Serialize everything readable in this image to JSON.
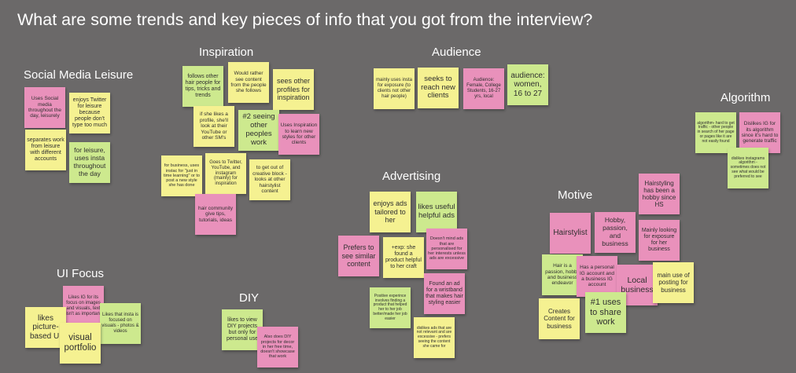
{
  "board": {
    "title": "What are some trends and key pieces of info that you got from the interview?"
  },
  "palette": {
    "board_background": "#6b6969",
    "heading_text": "#ffffff",
    "note_text": "#2f2f2f",
    "pink": "#e991bb",
    "yellow": "#f5f191",
    "green": "#cde98e"
  },
  "groups": {
    "social_media_leisure": {
      "title": "Social Media Leisure",
      "notes": [
        {
          "text": "Uses Social media throughout the day, leisurely",
          "color": "pink"
        },
        {
          "text": "enjoys Twitter for leisure because people don't type too much",
          "color": "yellow"
        },
        {
          "text": "separates work from leisure with different accounts",
          "color": "yellow"
        },
        {
          "text": "for leisure, uses insta throughout the day",
          "color": "green"
        }
      ]
    },
    "inspiration": {
      "title": "Inspiration",
      "notes": [
        {
          "text": "follows other hair people for tips, tricks and trends",
          "color": "green"
        },
        {
          "text": "Would rather see content from the people she follows",
          "color": "yellow"
        },
        {
          "text": "sees other profiles for inspiration",
          "color": "yellow"
        },
        {
          "text": "if she likes a profile, she'll look at their YouTube or other SM's",
          "color": "yellow"
        },
        {
          "text": "#2 seeing other peoples work",
          "color": "green"
        },
        {
          "text": "Uses Inspiration to learn new styles for other clients",
          "color": "pink"
        },
        {
          "text": "for business, uses instac for \"just in time learning\" or to post a new style she has done",
          "color": "yellow"
        },
        {
          "text": "Goes to Twitter, YouTube, and instagram (mainly) for inspiration",
          "color": "yellow"
        },
        {
          "text": "to get out of creative block - looks at other hairstylist content",
          "color": "yellow"
        },
        {
          "text": "hair community give tips, tutorials, ideas",
          "color": "pink"
        }
      ]
    },
    "audience": {
      "title": "Audience",
      "notes": [
        {
          "text": "mainly uses insta for exposure (to clients not other hair people)",
          "color": "yellow"
        },
        {
          "text": "seeks to reach new clients",
          "color": "yellow"
        },
        {
          "text": "Audience: Female, College Students, 16-27 yrs, local",
          "color": "pink"
        },
        {
          "text": "audience: women, 16 to 27",
          "color": "green"
        }
      ]
    },
    "algorithm": {
      "title": "Algorithm",
      "notes": [
        {
          "text": "algorithm- hard to get traffic - other people in search of her page or pages like it are not easily found",
          "color": "green"
        },
        {
          "text": "Dislikes IG for its algorithm since it's hard to generate traffic",
          "color": "pink"
        },
        {
          "text": "dislikes instagrams algorithm - sometimes does not see what would be preferred to see",
          "color": "green"
        }
      ]
    },
    "advertising": {
      "title": "Advertising",
      "notes": [
        {
          "text": "enjoys ads tailored to her",
          "color": "yellow"
        },
        {
          "text": "likes useful helpful ads",
          "color": "green"
        },
        {
          "text": "Prefers to see similar content",
          "color": "pink"
        },
        {
          "text": "+exp: she found a product helpful to her craft",
          "color": "yellow"
        },
        {
          "text": "Doesn't mind ads that are personalised for her interests unless ads are excessive",
          "color": "pink"
        },
        {
          "text": "Found an ad for a wristband that makes hair styling easier",
          "color": "pink"
        },
        {
          "text": "Positive experince involves finding a product that helped her to her job better/made her job easier",
          "color": "green"
        },
        {
          "text": "dislikes ads that are not relevant and are excessive - prefers seeing the content she came for",
          "color": "yellow"
        }
      ]
    },
    "motive": {
      "title": "Motive",
      "notes": [
        {
          "text": "Hairstyling has been a hobby since HS",
          "color": "pink"
        },
        {
          "text": "Hairstylist",
          "color": "pink"
        },
        {
          "text": "Hobby, passion, and business",
          "color": "pink"
        },
        {
          "text": "Mainly looking for exposure for her business",
          "color": "pink"
        },
        {
          "text": "Hair is a passion, hobby and business endeavor",
          "color": "green"
        },
        {
          "text": "Has a personal IG account and a business IG account",
          "color": "pink"
        },
        {
          "text": "Local business",
          "color": "pink"
        },
        {
          "text": "main use of posting for business",
          "color": "yellow"
        },
        {
          "text": "Creates Content for business",
          "color": "yellow"
        },
        {
          "text": "#1 uses to share work",
          "color": "green"
        }
      ]
    },
    "ui_focus": {
      "title": "UI Focus",
      "notes": [
        {
          "text": "Likes IG for its focus on images and visuals, text isn't as important",
          "color": "pink"
        },
        {
          "text": "likes picture-based UI",
          "color": "yellow"
        },
        {
          "text": "Likes that insta is focused on visuals - photos & videos",
          "color": "green"
        },
        {
          "text": "visual portfolio",
          "color": "yellow"
        }
      ]
    },
    "diy": {
      "title": "DIY",
      "notes": [
        {
          "text": "likes to view DIY projects but only for personal use",
          "color": "green"
        },
        {
          "text": "Also does DIY projects for decor in her free time, doesn't showcase that work",
          "color": "pink"
        }
      ]
    }
  }
}
